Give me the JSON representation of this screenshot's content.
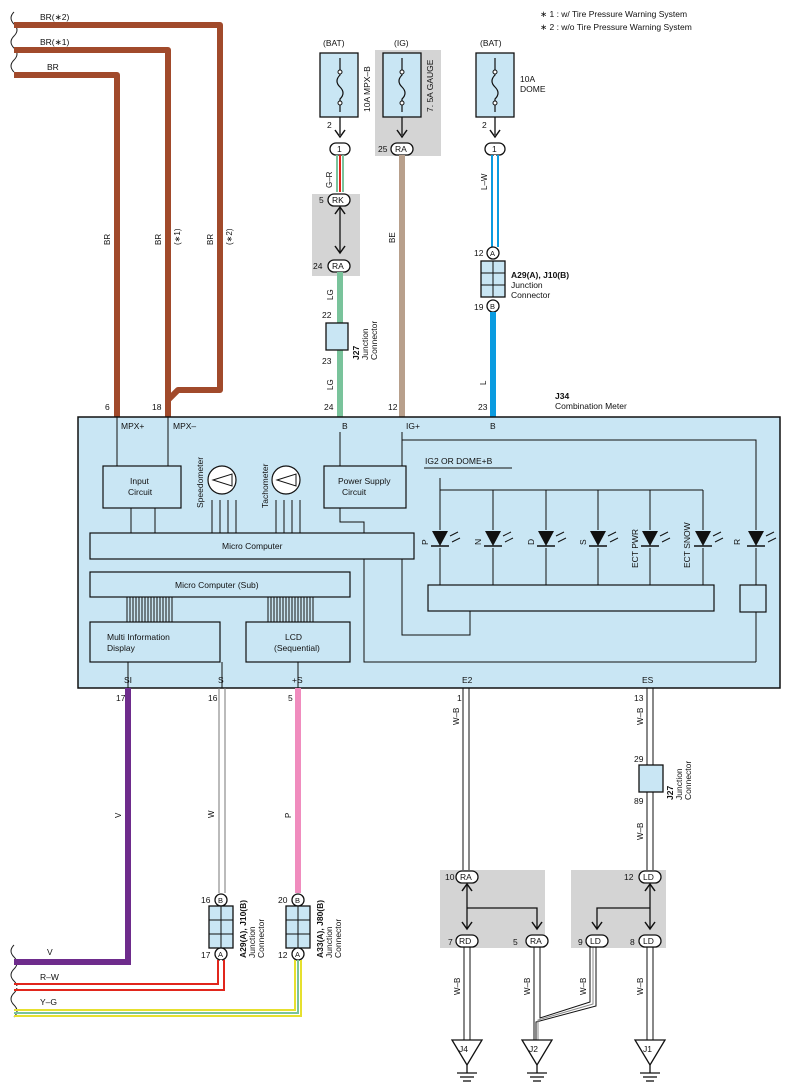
{
  "notes": [
    "∗ 1 : w/ Tire Pressure Warning System",
    "∗ 2 : w/o Tire Pressure Warning System"
  ],
  "colors": {
    "brown": "#a14a2b",
    "tan": "#b8a08c",
    "blue": "#0a9be0",
    "green": "#79c39b",
    "purple": "#6e2c8c",
    "pink": "#f08cbe",
    "red": "#e1261c",
    "yellow": "#e6e02e",
    "meter": "#c9e6f4",
    "shade": "#d4d4d4"
  },
  "left_wires": {
    "br2": "BR(∗2)",
    "br1": "BR(∗1)",
    "br": "BR",
    "v": "V",
    "rw": "R–W",
    "yg": "Y–G"
  },
  "wire_labels": {
    "br": "BR",
    "br1": "BR",
    "br1_note": "(∗1)",
    "br2": "BR",
    "br2_note": "(∗2)",
    "gr": "G–R",
    "lg_upper": "LG",
    "lg_lower": "LG",
    "be": "BE",
    "lw": "L–W",
    "l": "L",
    "v": "V",
    "w": "W",
    "p": "P",
    "wb_e2": "W–B",
    "wb_es": "W–B",
    "wb_es2": "W–B",
    "wb_rd": "W–B",
    "wb_ra": "W–B",
    "wb_ld9": "W–B",
    "wb_ld8": "W–B"
  },
  "fuses": {
    "mpx": {
      "source": "(BAT)",
      "name": "10A MPX–B",
      "pin": "2",
      "conn": "1"
    },
    "gauge": {
      "source": "(IG)",
      "name": "7. 5A GAUGE",
      "pin": "25",
      "conn": "RA"
    },
    "dome": {
      "source": "(BAT)",
      "name_line1": "10A",
      "name_line2": "DOME",
      "pin": "2",
      "conn": "1"
    }
  },
  "connectors": {
    "rk": {
      "pin": "5",
      "conn": "RK"
    },
    "ra24": {
      "pin": "24",
      "conn": "RA"
    },
    "j27_top": {
      "id": "J27",
      "line1": "Junction",
      "line2": "Connector",
      "pin_a": "22",
      "pin_b": "23"
    },
    "a29_top": {
      "id": "A29(A), J10(B)",
      "line1": "Junction",
      "line2": "Connector",
      "pin_a": "12",
      "conn_a": "A",
      "pin_b": "19",
      "conn_b": "B"
    },
    "a29_bot": {
      "id": "A29(A), J10(B)",
      "line1": "Junction",
      "line2": "Connector",
      "pin_a": "16",
      "conn_a": "B",
      "pin_b": "17",
      "conn_b": "A"
    },
    "a33_bot": {
      "id": "A33(A), J80(B)",
      "line1": "Junction",
      "line2": "Connector",
      "pin_a": "20",
      "conn_a": "B",
      "pin_b": "12",
      "conn_b": "A"
    },
    "j27_bot": {
      "id": "J27",
      "line1": "Junction",
      "line2": "Connector",
      "pin_a": "29",
      "pin_b": "89"
    },
    "ra10": {
      "pin": "10",
      "conn": "RA"
    },
    "rd7": {
      "pin": "7",
      "conn": "RD"
    },
    "ra5": {
      "pin": "5",
      "conn": "RA"
    },
    "ld12": {
      "pin": "12",
      "conn": "LD"
    },
    "ld9": {
      "pin": "9",
      "conn": "LD"
    },
    "ld8": {
      "pin": "8",
      "conn": "LD"
    }
  },
  "meter": {
    "id": "J34",
    "name": "Combination Meter",
    "top_pins": {
      "mpxp": "6",
      "mpxm": "18",
      "b1": "24",
      "igp": "12",
      "b2": "23"
    },
    "top_labels": {
      "mpxp": "MPX+",
      "mpxm": "MPX–",
      "b1": "B",
      "igp": "IG+",
      "b2": "B"
    },
    "bottom_labels": {
      "si": "SI",
      "s": "S",
      "ps": "+S",
      "e2": "E2",
      "es": "ES"
    },
    "bottom_pins": {
      "si": "17",
      "s": "16",
      "ps": "5",
      "e2": "1",
      "es": "13"
    },
    "input_circuit": [
      "Input",
      "Circuit"
    ],
    "power_supply": [
      "Power Supply",
      "Circuit"
    ],
    "micro_computer": "Micro Computer",
    "micro_sub": "Micro Computer (Sub)",
    "multi_info": [
      "Multi Information",
      "Display"
    ],
    "lcd": [
      "LCD",
      "(Sequential)"
    ],
    "speedometer": "Speedometer",
    "tachometer": "Tachometer",
    "ig2_label": "IG2 OR DOME+B",
    "leds": [
      "P",
      "N",
      "D",
      "S",
      "ECT PWR",
      "ECT SNOW",
      "R"
    ]
  },
  "grounds": [
    "J4",
    "J2",
    "J1"
  ]
}
